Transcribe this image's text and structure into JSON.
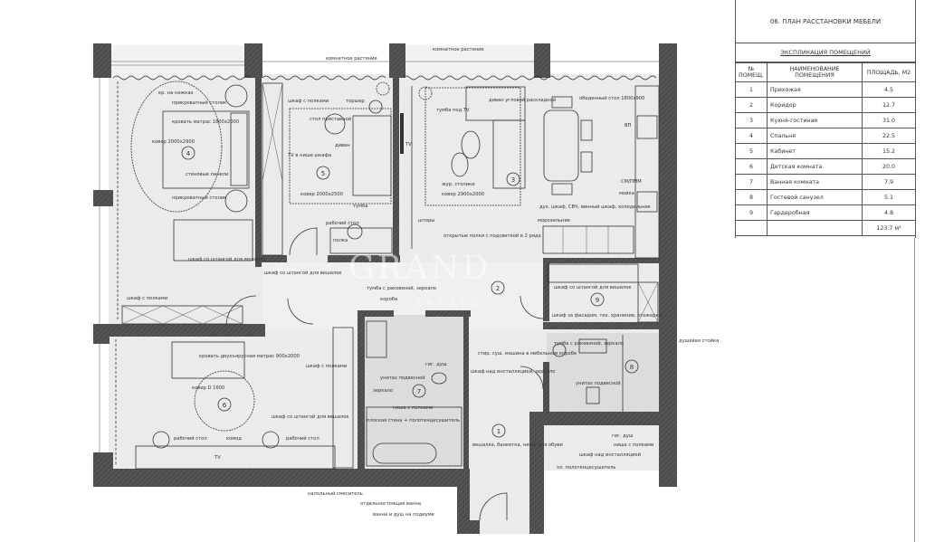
{
  "sheet": {
    "title": "06. ПЛАН РАССТАНОВКИ МЕБЕЛИ",
    "legend_title": "ЭКСПЛИКАЦИЯ ПОМЕЩЕНИЙ",
    "columns": [
      "№ ПОМЕЩ.",
      "НАИМЕНОВАНИЕ ПОМЕЩЕНИЯ",
      "ПЛОЩАДЬ, М2"
    ],
    "rooms": [
      {
        "no": "1",
        "name": "Прихожая",
        "area": "4.5"
      },
      {
        "no": "2",
        "name": "Коридор",
        "area": "12.7"
      },
      {
        "no": "3",
        "name": "Кухня-гостиная",
        "area": "31.0"
      },
      {
        "no": "4",
        "name": "Спальня",
        "area": "22.5"
      },
      {
        "no": "5",
        "name": "Кабинет",
        "area": "15.2"
      },
      {
        "no": "6",
        "name": "Детская комната",
        "area": "20.0"
      },
      {
        "no": "7",
        "name": "Ванная комната",
        "area": "7.9"
      },
      {
        "no": "8",
        "name": "Гостевой санузел",
        "area": "5.1"
      },
      {
        "no": "9",
        "name": "Гардеробная",
        "area": "4.8"
      }
    ],
    "total": "123.7 м²"
  },
  "watermark": {
    "line1": "GRAND",
    "line2": "ESTATE"
  },
  "plan": {
    "room_numbers": [
      "1",
      "2",
      "3",
      "4",
      "5",
      "6",
      "7",
      "8",
      "9"
    ],
    "labels": [
      "кр. на ножках",
      "прикроватный столик",
      "кровать матрас 1800х2000",
      "ковер 2000х2900",
      "стеновые панели",
      "прикроватный столик",
      "шкаф со штангой для вешалок",
      "шкаф с полками",
      "комнатное растение",
      "шкаф с полками",
      "торшер",
      "стол приставной",
      "диван",
      "TV в нише шкафа",
      "ковер 2000х2500",
      "тумба",
      "рабочий стол",
      "полка",
      "шкаф со штангой для вешалок",
      "тумба с раковиной, зеркало",
      "короба",
      "комнатное растение",
      "тумба под TV",
      "TV",
      "диван угловой раскладной",
      "обеденный стол 1800х900",
      "жур. столики",
      "ковер 2900х2000",
      "шторы",
      "ВП",
      "СМ/ПММ",
      "мойка",
      "дух. шкаф, СВЧ, винный шкаф, холодильник",
      "морозильник",
      "открытые полки с подсветкой в 2 ряда",
      "шкаф со штангой для вешалок",
      "шкаф за фасадом, тех. хранение, этажерка",
      "душевая стойка",
      "стир. суш. машина в мебельном коробе",
      "шкаф над инсталляцией, зеркало",
      "тумба с раковиной, зеркало",
      "унитаз подвесной",
      "гиг. душ",
      "ниша с полками",
      "шкаф над инсталляцией",
      "эл. полотенцесушитель",
      "вешалка, банкетка, ниша для обуви",
      "кровать двухъярусная матрас 900х2000",
      "ковер D 1600",
      "рабочий стол",
      "комод",
      "рабочий стол",
      "TV",
      "шкаф с полками",
      "шкаф со штангой для вешалок",
      "гиг. душ",
      "унитаз подвесной",
      "зеркало",
      "ниша с полками",
      "плоская стена + полотенцесушитель",
      "напольный смеситель",
      "отдельностоящая ванна",
      "ванна и душ на подиуме"
    ]
  }
}
